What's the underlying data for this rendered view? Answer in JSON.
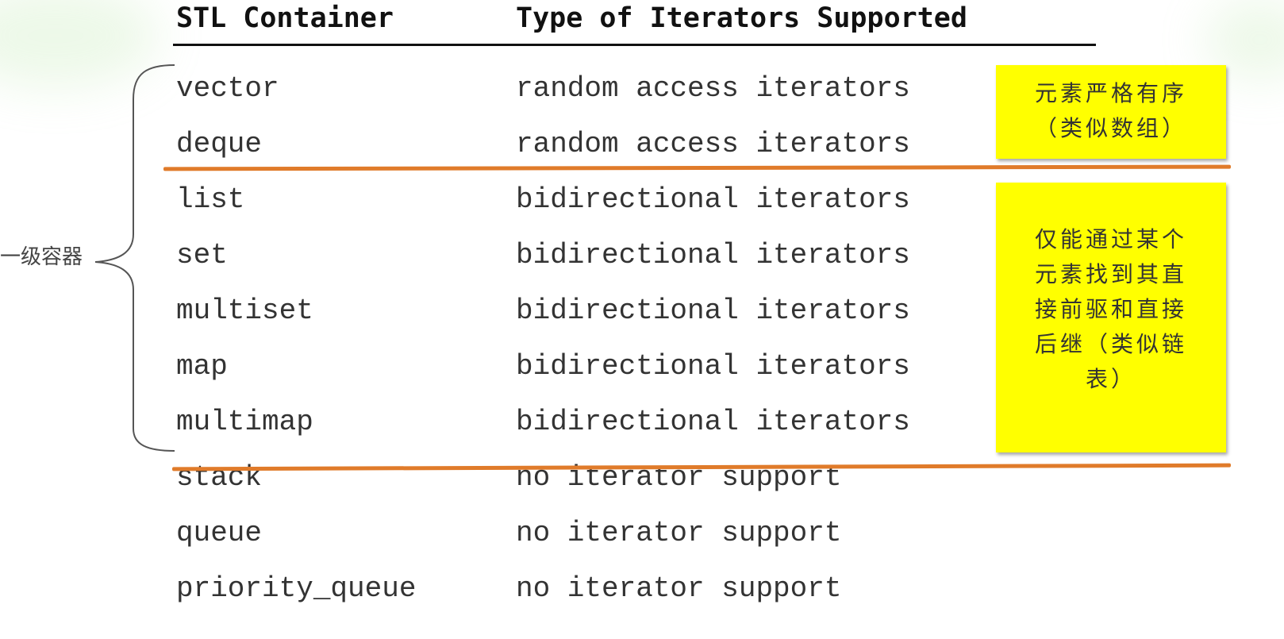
{
  "table": {
    "headers": {
      "container": "STL Container",
      "iterators": "Type of Iterators Supported"
    },
    "rows": [
      {
        "container": "vector",
        "iterators": "random access iterators"
      },
      {
        "container": "deque",
        "iterators": "random access iterators"
      },
      {
        "container": "list",
        "iterators": "bidirectional iterators"
      },
      {
        "container": "set",
        "iterators": "bidirectional iterators"
      },
      {
        "container": "multiset",
        "iterators": "bidirectional iterators"
      },
      {
        "container": "map",
        "iterators": "bidirectional iterators"
      },
      {
        "container": "multimap",
        "iterators": "bidirectional iterators"
      },
      {
        "container": "stack",
        "iterators": "no iterator support"
      },
      {
        "container": "queue",
        "iterators": "no iterator support"
      },
      {
        "container": "priority_queue",
        "iterators": "no iterator support"
      }
    ]
  },
  "annotations": {
    "group_label": "一级容器",
    "note_sequential": [
      "元素严格有序",
      "（类似数组）"
    ],
    "note_linked": [
      "仅能通过某个",
      "元素找到其直",
      "接前驱和直接",
      "后继（类似链",
      "表）"
    ]
  },
  "colors": {
    "separator": "#e07b2a",
    "note_background": "#ffff00",
    "text": "#333333"
  }
}
